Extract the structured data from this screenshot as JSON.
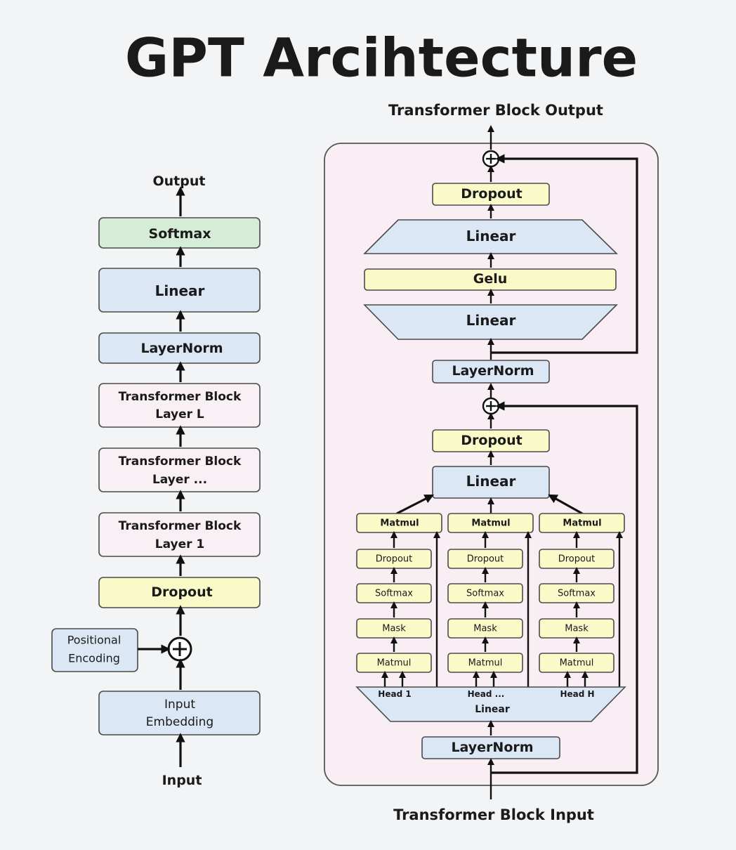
{
  "title": "GPT Arcihtecture",
  "colors": {
    "background": "#f3f4f6",
    "blue_box": "#dbe7f5",
    "yellow_box": "#fafac8",
    "green_box": "#d5ecd6",
    "pink_box": "#f8f0f4",
    "block_panel": "#f9eef4"
  },
  "left": {
    "output_label": "Output",
    "softmax": "Softmax",
    "linear": "Linear",
    "layernorm": "LayerNorm",
    "tb_l_line1": "Transformer Block",
    "tb_l_line2": "Layer L",
    "tb_dots_line1": "Transformer Block",
    "tb_dots_line2": "Layer ...",
    "tb_1_line1": "Transformer Block",
    "tb_1_line2": "Layer 1",
    "dropout": "Dropout",
    "pos_enc_line1": "Positional",
    "pos_enc_line2": "Encoding",
    "add_symbol": "⊕",
    "input_emb_line1": "Input",
    "input_emb_line2": "Embedding",
    "input_label": "Input"
  },
  "right": {
    "output_label": "Transformer Block Output",
    "input_label": "Transformer Block Input",
    "mlp_dropout": "Dropout",
    "mlp_linear_top": "Linear",
    "gelu": "Gelu",
    "mlp_linear_bottom": "Linear",
    "layernorm_top": "LayerNorm",
    "attn_dropout": "Dropout",
    "attn_linear": "Linear",
    "heads": [
      {
        "matmul_top": "Matmul",
        "dropout": "Dropout",
        "softmax": "Softmax",
        "mask": "Mask",
        "matmul_bottom": "Matmul",
        "label": "Head 1"
      },
      {
        "matmul_top": "Matmul",
        "dropout": "Dropout",
        "softmax": "Softmax",
        "mask": "Mask",
        "matmul_bottom": "Matmul",
        "label": "Head ..."
      },
      {
        "matmul_top": "Matmul",
        "dropout": "Dropout",
        "softmax": "Softmax",
        "mask": "Mask",
        "matmul_bottom": "Matmul",
        "label": "Head H"
      }
    ],
    "qkv_linear": "Linear",
    "layernorm_bottom": "LayerNorm"
  }
}
